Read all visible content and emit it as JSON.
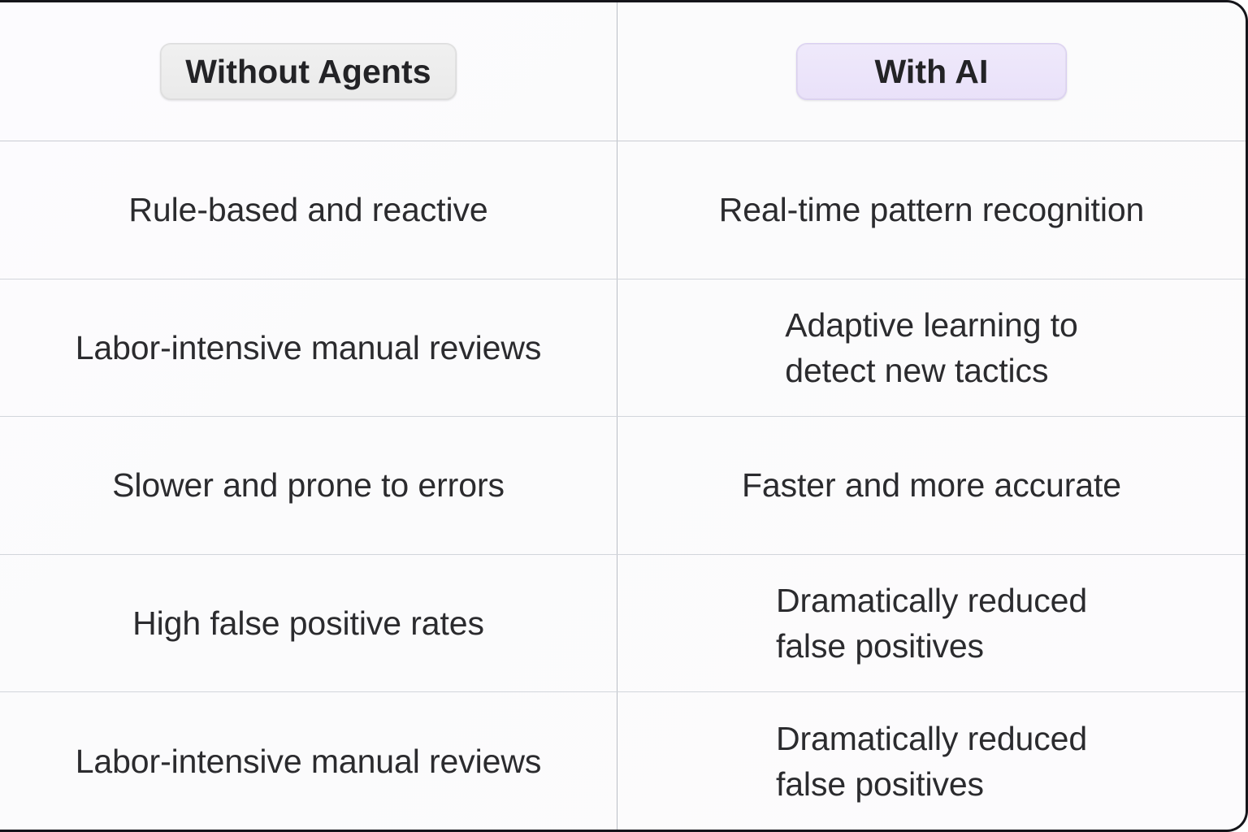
{
  "card": {
    "accent_color": "#e9e1f9",
    "neutral_color": "#eaeaea",
    "border_color": "#15151a",
    "text_color": "#2b2b2e"
  },
  "header": {
    "left_label": "Without Agents",
    "right_label": "With AI"
  },
  "rows": [
    {
      "left": "Rule-based and reactive",
      "right": "Real-time pattern recognition"
    },
    {
      "left": "Labor-intensive manual reviews",
      "right": "Adaptive learning to\ndetect new tactics"
    },
    {
      "left": "Slower and prone to errors",
      "right": "Faster and more accurate"
    },
    {
      "left": "High false positive rates",
      "right": "Dramatically reduced\nfalse positives"
    },
    {
      "left": "Labor-intensive manual reviews",
      "right": "Dramatically reduced\nfalse positives"
    }
  ]
}
